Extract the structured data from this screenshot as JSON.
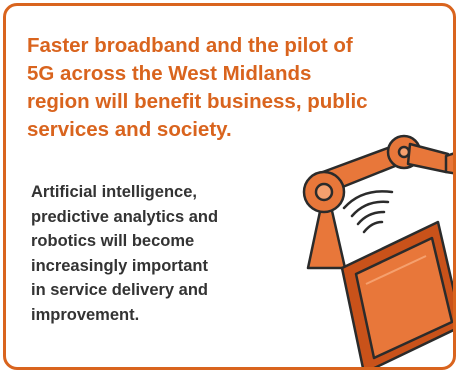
{
  "headline": {
    "lines": [
      "Faster broadband and the pilot of",
      "5G across the West Midlands",
      "region will benefit business, public",
      "services and society."
    ]
  },
  "body": {
    "lines": [
      "Artificial intelligence,",
      "predictive analytics and",
      "robotics will become",
      "increasingly important",
      "in service delivery and",
      "improvement."
    ]
  },
  "colors": {
    "accent": "#d9641e",
    "body_text": "#333333",
    "outline": "#2b2b2b"
  },
  "illustration": {
    "icons": [
      "robot-arm-icon",
      "wireless-signal-icon",
      "tablet-device-icon"
    ]
  }
}
